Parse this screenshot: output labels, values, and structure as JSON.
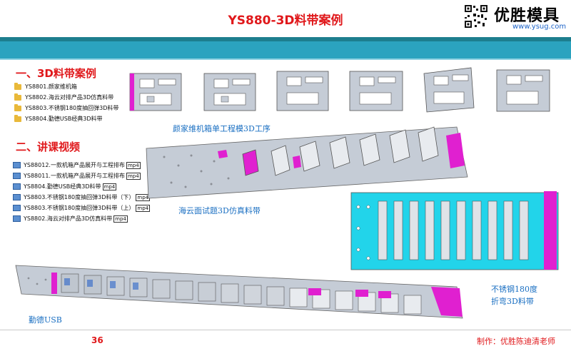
{
  "title": "YS880-3D料带案例",
  "brand": {
    "name": "优胜模具",
    "url": "www.ysug.com"
  },
  "section1": {
    "heading": "一、3D料带案例",
    "items": [
      "YS8801.颜家维机箱",
      "YS8802.海云对排产品3D仿真料带",
      "YS8803.不锈钢180度抽回弹3D料带",
      "YS8804.勤德USB经典3D料带"
    ]
  },
  "section2": {
    "heading": "二、讲课视频",
    "items": [
      {
        "text": "YS88012.一款机箱产品展开与工程排布",
        "ext": "mp4"
      },
      {
        "text": "YS88011.一款机箱产品展开与工程排布",
        "ext": "mp4"
      },
      {
        "text": "YS8804.勤德USB经典3D料带",
        "ext": "mp4"
      },
      {
        "text": "YS8803.不锈钢180度抽回弹3D料带（下）",
        "ext": "mp4"
      },
      {
        "text": "YS8803.不锈钢180度抽回弹3D料带（上）",
        "ext": "mp4"
      },
      {
        "text": "YS8802.海云对排产品3D仿真料带",
        "ext": "mp4"
      }
    ]
  },
  "captions": {
    "chassis": "颜家维机箱单工程模3D工序",
    "haiyun": "海云面试题3D仿真料带",
    "steel_line1": "不锈钢180度",
    "steel_line2": "折弯3D料带",
    "usb": "勤德USB"
  },
  "footer": {
    "page": "36",
    "author": "制作：优胜陈迪清老师"
  },
  "colors": {
    "title": "#e0181b",
    "band": "#2ba3bf",
    "caption": "#1a6fc2",
    "part": "#c5ccd6",
    "accent": "#e020d0",
    "cyan": "#22d4ea"
  }
}
